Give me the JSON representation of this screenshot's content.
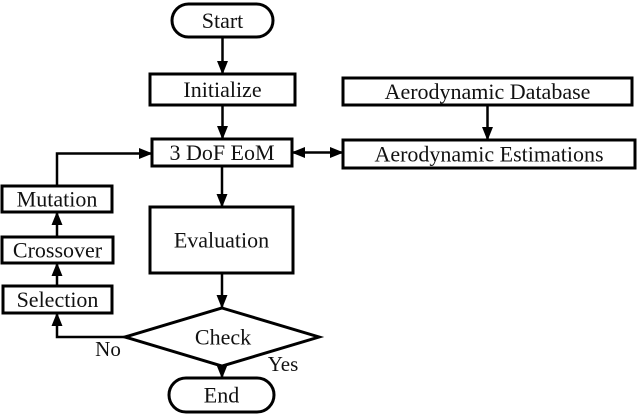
{
  "diagram": {
    "colors": {
      "background": "#ffffff",
      "stroke": "#000000",
      "text": "#111111"
    },
    "nodes": {
      "start": {
        "label": "Start",
        "type": "terminator"
      },
      "initialize": {
        "label": "Initialize",
        "type": "process"
      },
      "aero_database": {
        "label": "Aerodynamic Database",
        "type": "process"
      },
      "eom": {
        "label": "3 DoF EoM",
        "type": "process"
      },
      "aero_estimations": {
        "label": "Aerodynamic Estimations",
        "type": "process"
      },
      "evaluation": {
        "label": "Evaluation",
        "type": "process"
      },
      "check": {
        "label": "Check",
        "type": "decision"
      },
      "end": {
        "label": "End",
        "type": "terminator"
      },
      "mutation": {
        "label": "Mutation",
        "type": "process"
      },
      "crossover": {
        "label": "Crossover",
        "type": "process"
      },
      "selection": {
        "label": "Selection",
        "type": "process"
      }
    },
    "edge_labels": {
      "no": "No",
      "yes": "Yes"
    }
  }
}
